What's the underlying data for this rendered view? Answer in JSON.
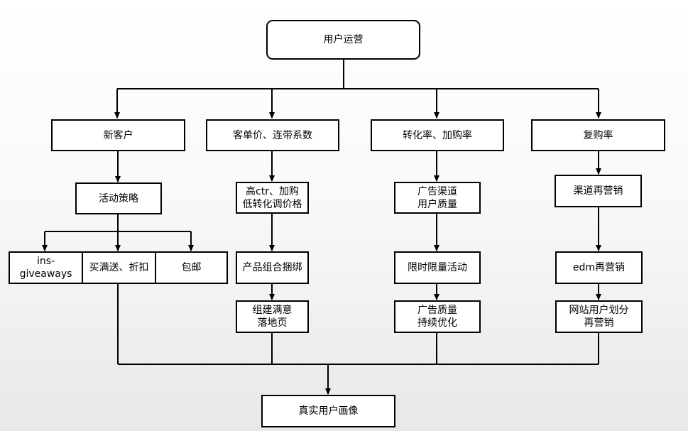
{
  "root": {
    "label": "用户运营"
  },
  "branches": [
    {
      "header": "新客户",
      "strategy": "活动策略",
      "tactics": [
        "ins-\ngiveaways",
        "买满送、折扣",
        "包邮"
      ]
    },
    {
      "header": "客单价、连带系数",
      "steps": [
        "高ctr、加购\n低转化调价格",
        "产品组合捆绑",
        "组建满意\n落地页"
      ]
    },
    {
      "header": "转化率、加购率",
      "steps": [
        "广告渠道\n用户质量",
        "限时限量活动",
        "广告质量\n持续优化"
      ]
    },
    {
      "header": "复购率",
      "steps": [
        "渠道再营销",
        "edm再营销",
        "网站用户划分\n再营销"
      ]
    }
  ],
  "result": {
    "label": "真实用户画像"
  }
}
